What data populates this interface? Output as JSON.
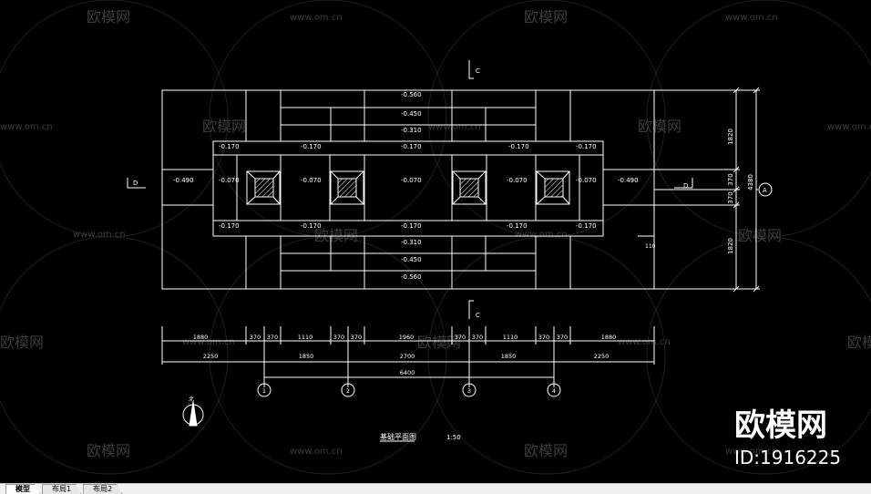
{
  "drawing": {
    "title": "基础平面图",
    "scale": "1:50",
    "north_label": "北",
    "section_c": "C",
    "section_d": "D",
    "axis_a": "A",
    "axes": [
      "1",
      "2",
      "3",
      "4"
    ],
    "elev": {
      "e560": "-0.560",
      "e450": "-0.450",
      "e310": "-0.310",
      "e170": "-0.170",
      "e070": "-0.070",
      "e490": "-0.490"
    },
    "dims_row1": [
      "1880",
      "370",
      "370",
      "1110",
      "370",
      "370",
      "1960",
      "370",
      "370",
      "1110",
      "370",
      "370",
      "1880"
    ],
    "dims_row2": [
      "2250",
      "1850",
      "2700",
      "1850",
      "2250"
    ],
    "dims_total": "6400",
    "right_dims": [
      "1820",
      "370",
      "370",
      "1820"
    ],
    "right_total": "4380",
    "small_dim": "110"
  },
  "watermark": {
    "brand": "欧模网",
    "url": "www.om.cn",
    "id_label": "ID:1916225"
  },
  "tabs": [
    "模型",
    "布局1",
    "布局2"
  ]
}
